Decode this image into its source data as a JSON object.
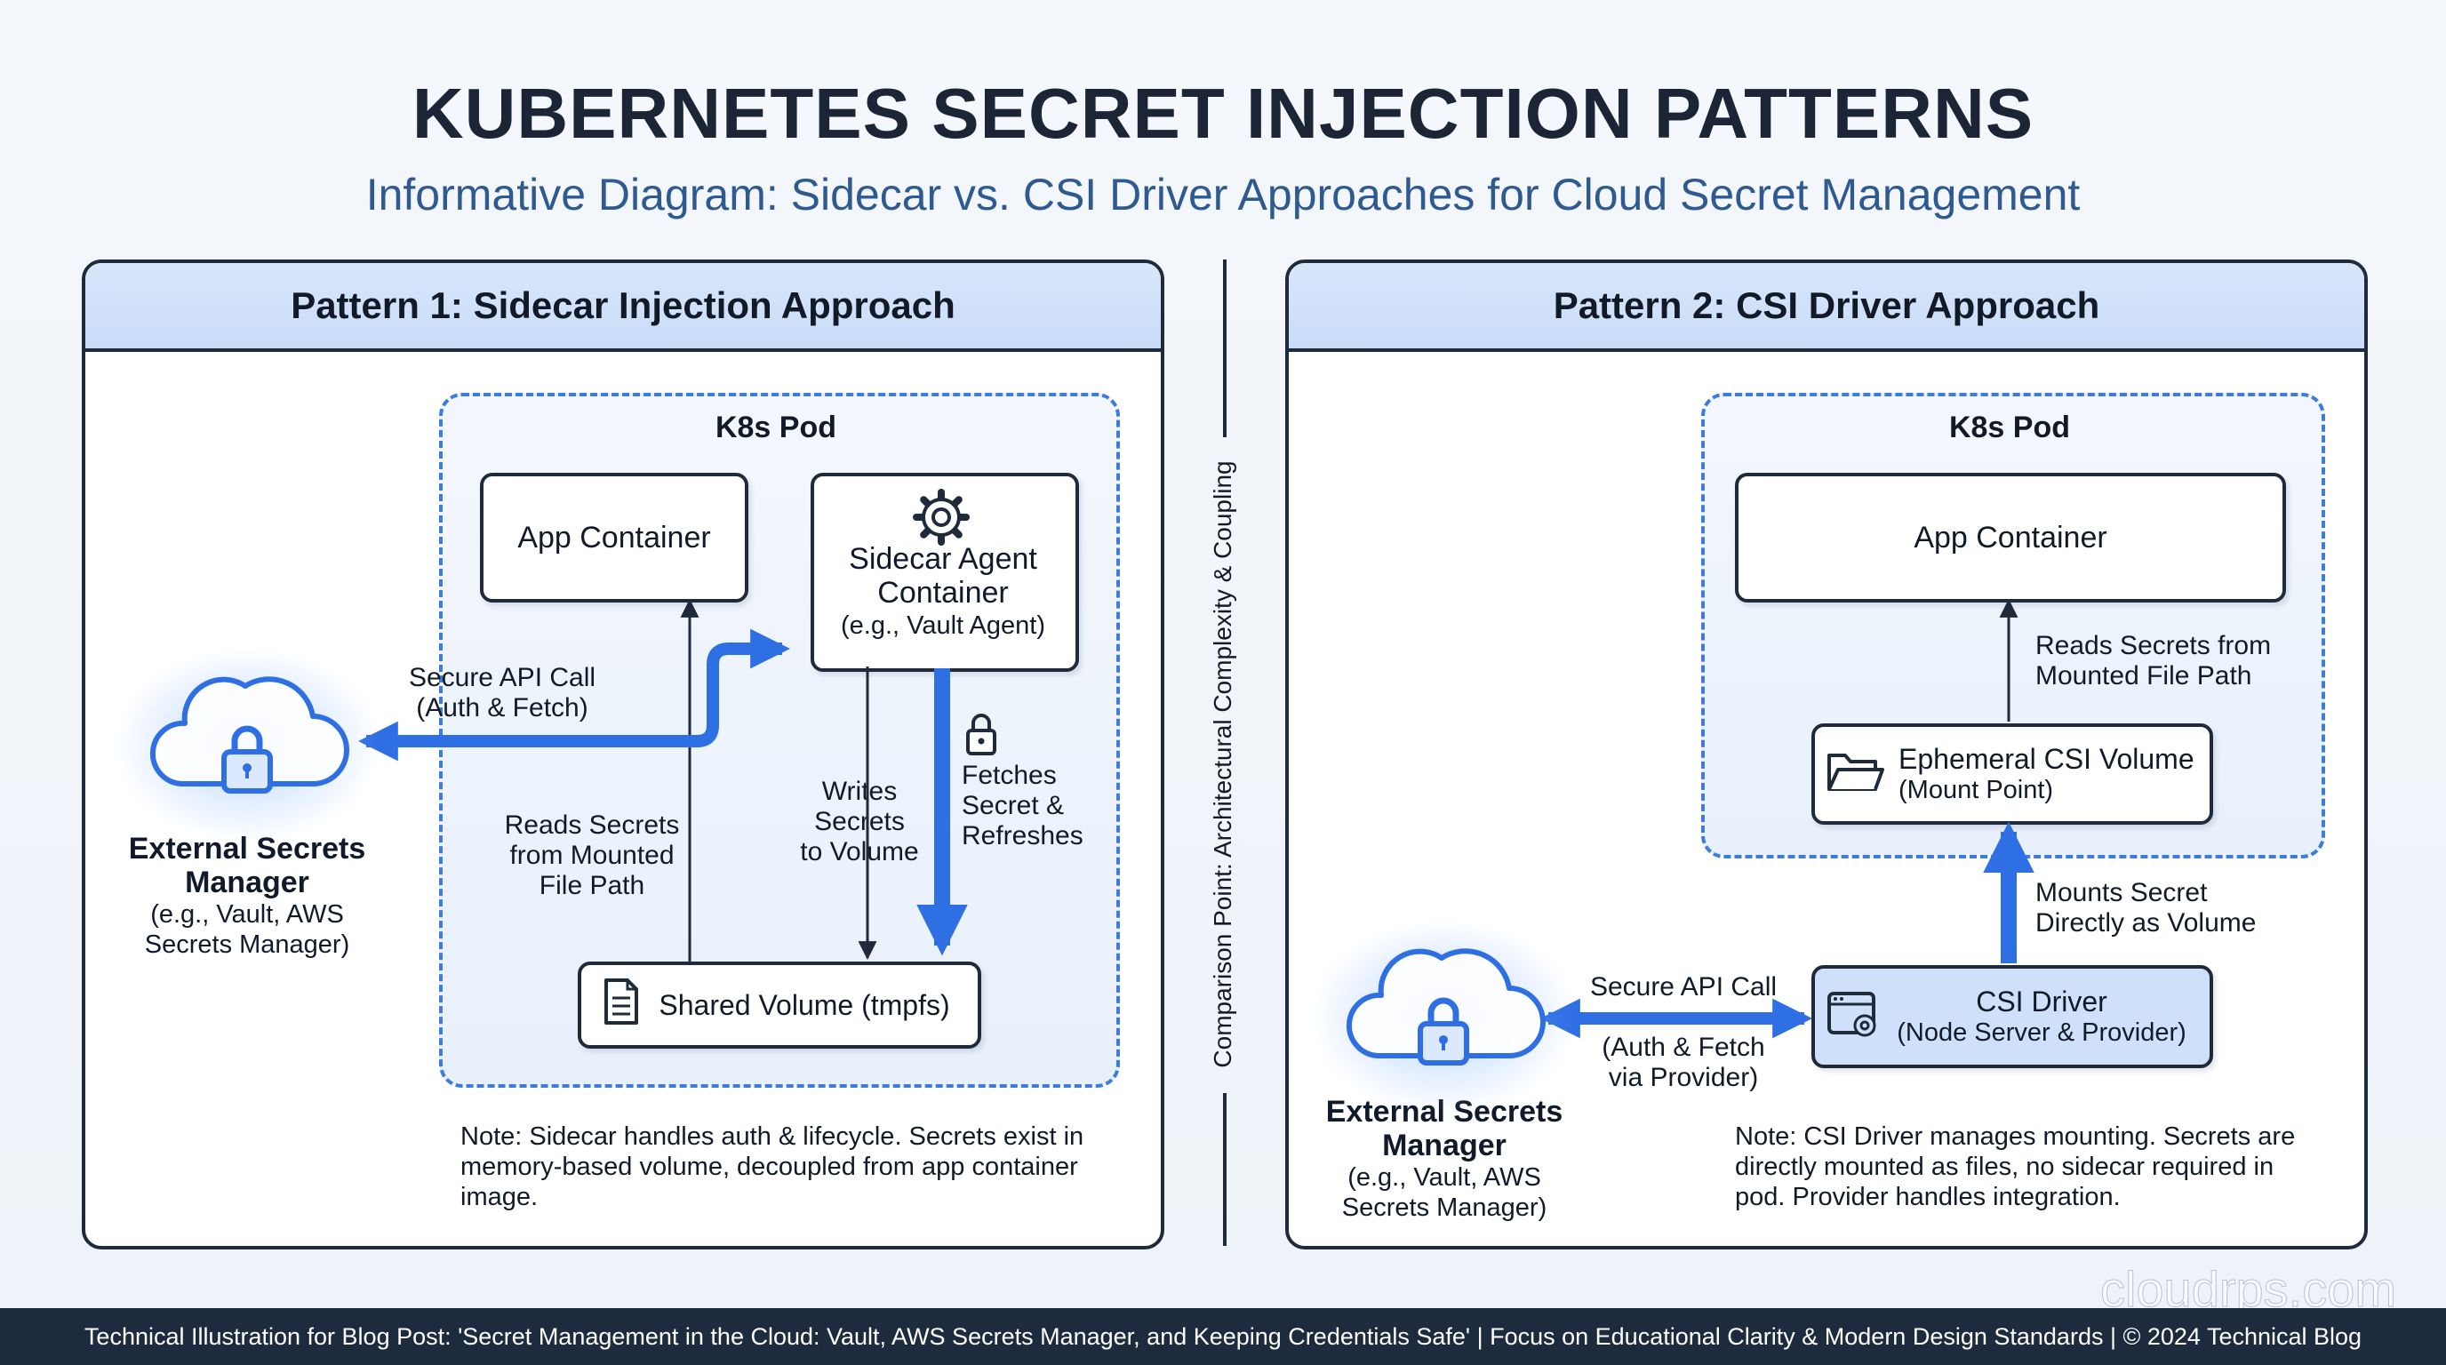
{
  "header": {
    "title": "KUBERNETES SECRET INJECTION PATTERNS",
    "subtitle": "Informative Diagram: Sidecar vs. CSI Driver Approaches for Cloud Secret Management"
  },
  "divider": {
    "label": "Comparison Point: Architectural Complexity & Coupling"
  },
  "pattern1": {
    "title": "Pattern 1: Sidecar Injection Approach",
    "pod_label": "K8s Pod",
    "app_container": "App Container",
    "sidecar": {
      "line1": "Sidecar Agent",
      "line2": "Container",
      "line3": "(e.g., Vault Agent)"
    },
    "shared_volume": "Shared Volume (tmpfs)",
    "external": {
      "line1": "External Secrets",
      "line2": "Manager",
      "line3": "(e.g., Vault, AWS",
      "line4": "Secrets Manager)"
    },
    "api_call": {
      "line1": "Secure API Call",
      "line2": "(Auth & Fetch)"
    },
    "reads": {
      "line1": "Reads Secrets",
      "line2": "from Mounted",
      "line3": "File Path"
    },
    "writes": {
      "line1": "Writes",
      "line2": "Secrets",
      "line3": "to Volume"
    },
    "fetches": {
      "line1": "Fetches",
      "line2": "Secret &",
      "line3": "Refreshes"
    },
    "note": "Note: Sidecar handles auth & lifecycle. Secrets exist in memory-based volume, decoupled from app container image."
  },
  "pattern2": {
    "title": "Pattern 2: CSI Driver Approach",
    "pod_label": "K8s Pod",
    "app_container": "App Container",
    "reads": {
      "line1": "Reads Secrets from",
      "line2": "Mounted File Path"
    },
    "volume": {
      "line1": "Ephemeral CSI Volume",
      "line2": "(Mount Point)"
    },
    "mounts": {
      "line1": "Mounts Secret",
      "line2": "Directly as Volume"
    },
    "driver": {
      "line1": "CSI Driver",
      "line2": "(Node Server & Provider)"
    },
    "api_call": {
      "line1": "Secure API Call",
      "line2": "(Auth & Fetch",
      "line3": "via Provider)"
    },
    "external": {
      "line1": "External Secrets",
      "line2": "Manager",
      "line3": "(e.g., Vault, AWS",
      "line4": "Secrets Manager)"
    },
    "note": "Note: CSI Driver manages mounting. Secrets are directly mounted as files, no sidecar required in pod. Provider handles integration."
  },
  "footer": {
    "text": "Technical Illustration for Blog Post: 'Secret Management in the Cloud: Vault, AWS Secrets Manager, and Keeping Credentials Safe' | Focus on Educational Clarity & Modern Design Standards | © 2024 Technical Blog",
    "watermark": "cloudrps.com"
  },
  "colors": {
    "accent_blue": "#2f6fe4",
    "header_fill": "#cfe0fa",
    "dark": "#1f2a3a",
    "footer_bg": "#1e2a3d"
  },
  "icons": [
    "gear-icon",
    "lock-icon",
    "cloud-lock-icon",
    "document-icon",
    "folder-icon",
    "driver-icon"
  ]
}
